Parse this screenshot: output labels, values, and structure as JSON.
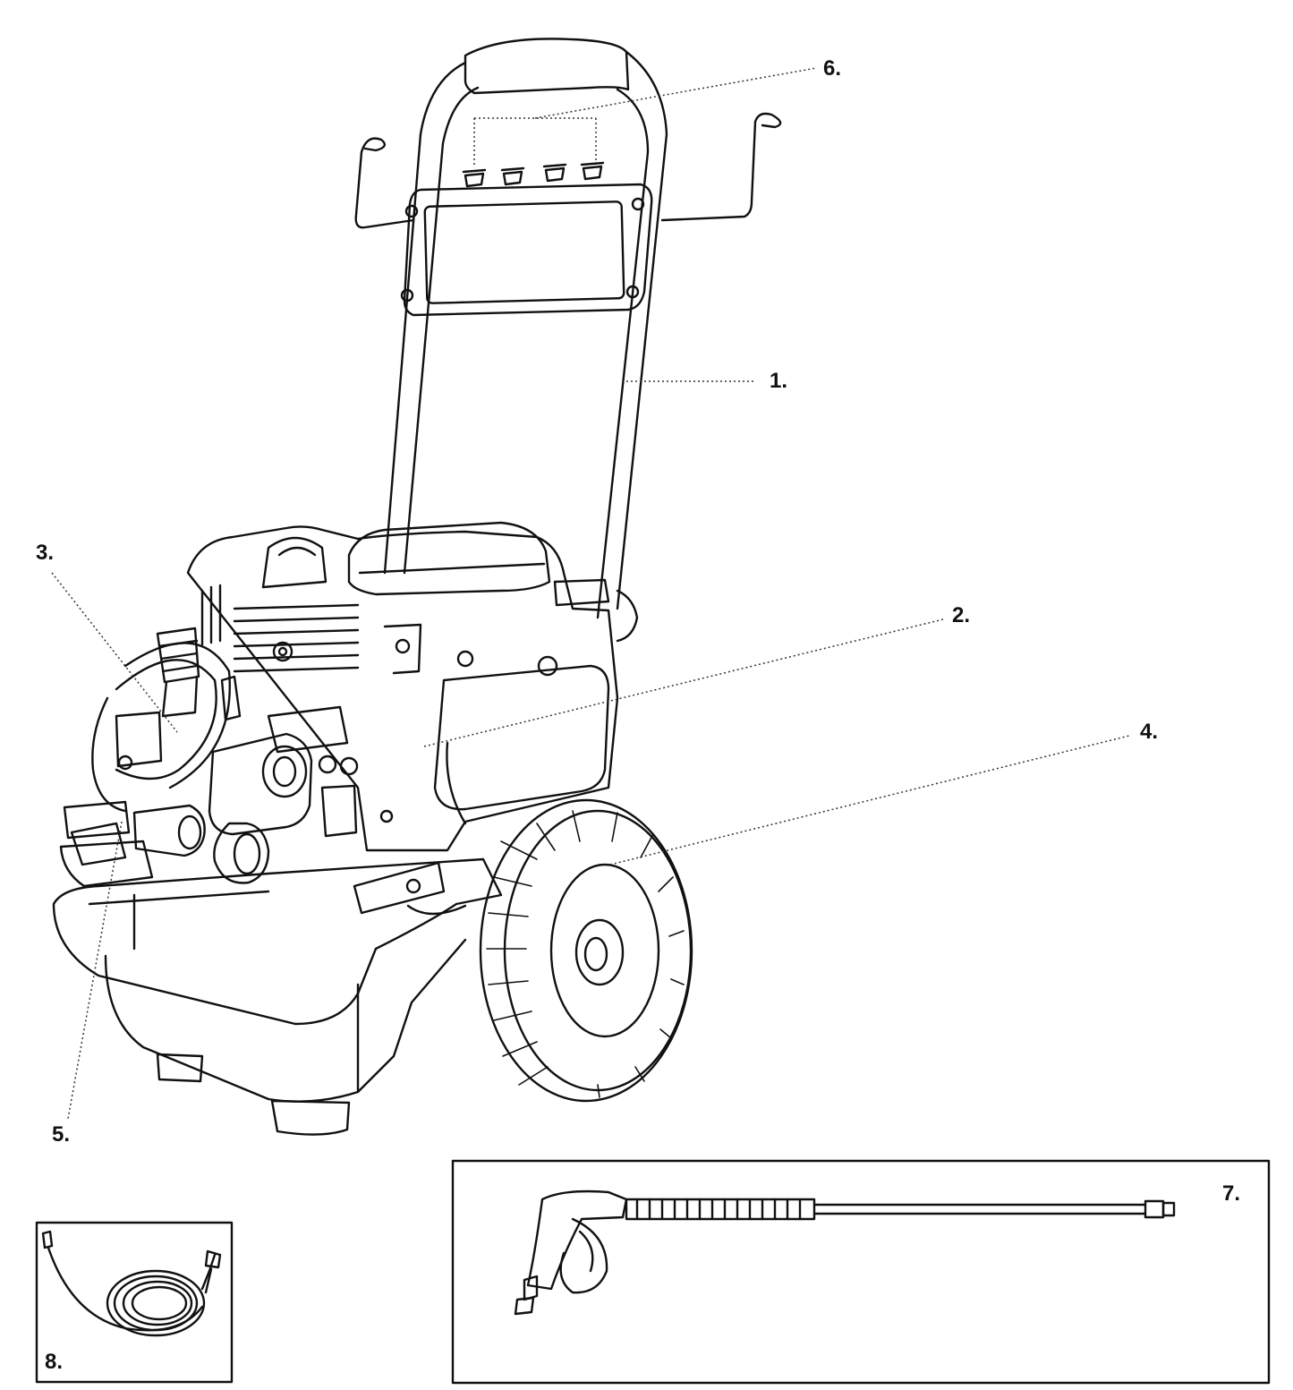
{
  "diagram": {
    "callouts": [
      {
        "id": "c1",
        "label": "1."
      },
      {
        "id": "c2",
        "label": "2."
      },
      {
        "id": "c3",
        "label": "3."
      },
      {
        "id": "c4",
        "label": "4."
      },
      {
        "id": "c5",
        "label": "5."
      },
      {
        "id": "c6",
        "label": "6."
      },
      {
        "id": "c7",
        "label": "7."
      },
      {
        "id": "c8",
        "label": "8."
      }
    ],
    "colors": {
      "line": "#111111",
      "leader": "#333333",
      "background": "#ffffff"
    }
  }
}
